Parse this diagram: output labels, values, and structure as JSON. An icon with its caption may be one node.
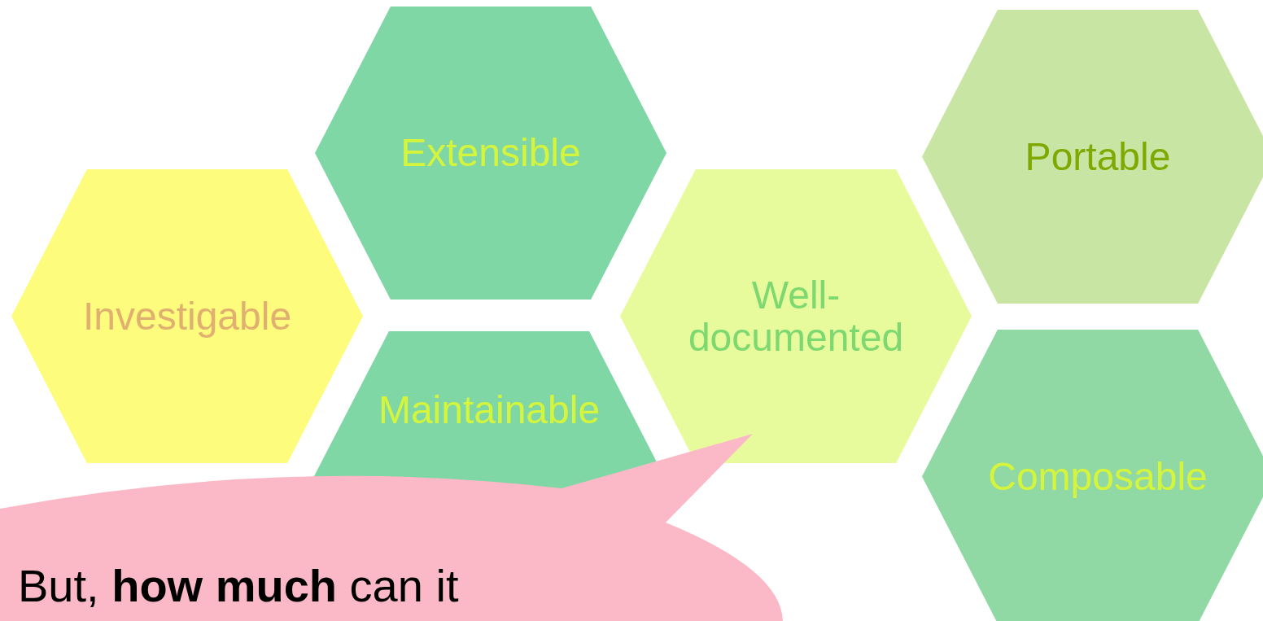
{
  "diagram": {
    "nodes": [
      {
        "text": [
          "Investigable"
        ]
      },
      {
        "text": [
          "Extensible"
        ]
      },
      {
        "text": [
          "Maintainable"
        ]
      },
      {
        "text": [
          "Well- documented"
        ]
      },
      {
        "text": [
          "Portable"
        ]
      },
      {
        "text": [
          "Composable"
        ]
      },
      {
        "text": [
          "But, **how much** can it"
        ]
      }
    ]
  }
}
